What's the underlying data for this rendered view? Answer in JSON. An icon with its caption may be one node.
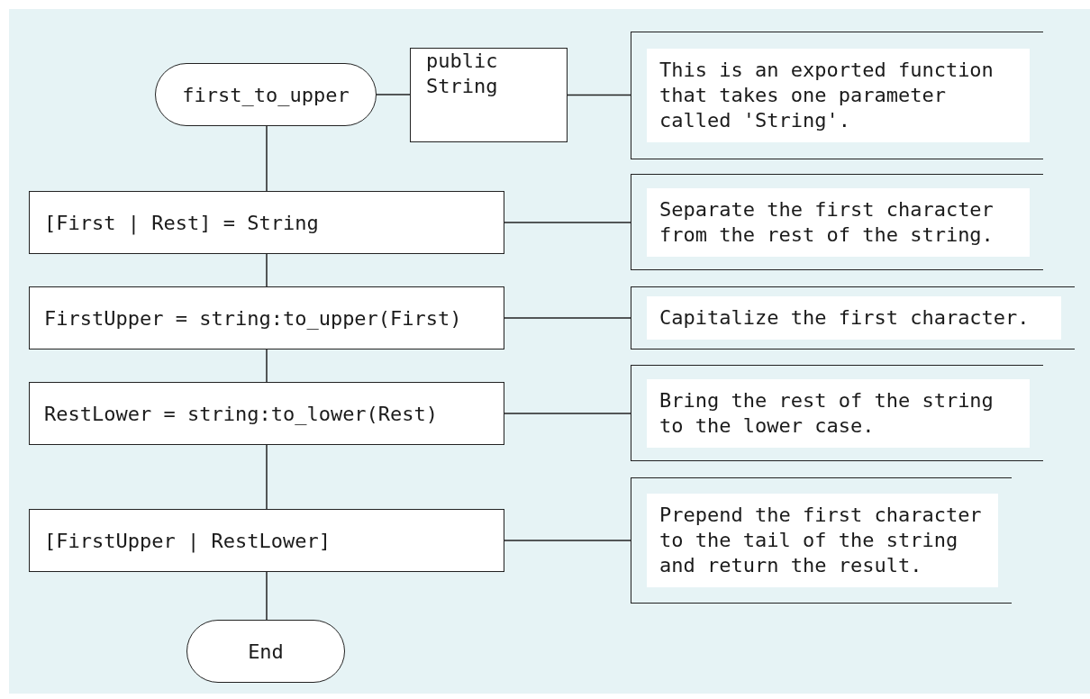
{
  "diagram": {
    "nodes": [
      {
        "text": [
          "first_to_upper"
        ]
      },
      {
        "text": [
          "public String"
        ]
      },
      {
        "text": [
          "This is an exported function that takes one parameter called 'String'."
        ]
      },
      {
        "text": [
          "[First | Rest] = String"
        ]
      },
      {
        "text": [
          "Separate the first character from the rest of the string."
        ]
      },
      {
        "text": [
          "FirstUpper = string:to_upper(First)"
        ]
      },
      {
        "text": [
          "Capitalize the first character."
        ]
      },
      {
        "text": [
          "RestLower = string:to_lower(Rest)"
        ]
      },
      {
        "text": [
          "Bring the rest of the string to the lower case."
        ]
      },
      {
        "text": [
          "[FirstUpper | RestLower]"
        ]
      },
      {
        "text": [
          "Prepend the first character to the tail of the string and return the result."
        ]
      },
      {
        "text": [
          "End"
        ]
      }
    ],
    "edges": [
      {
        "from": 0,
        "to": 1,
        "arrow": "none"
      },
      {
        "from": 1,
        "to": 2,
        "arrow": "none"
      },
      {
        "from": 0,
        "to": 3,
        "arrow": "none"
      },
      {
        "from": 3,
        "to": 4,
        "arrow": "none"
      },
      {
        "from": 3,
        "to": 5,
        "arrow": "none"
      },
      {
        "from": 5,
        "to": 6,
        "arrow": "none"
      },
      {
        "from": 5,
        "to": 7,
        "arrow": "none"
      },
      {
        "from": 7,
        "to": 8,
        "arrow": "none"
      },
      {
        "from": 7,
        "to": 9,
        "arrow": "none"
      },
      {
        "from": 9,
        "to": 10,
        "arrow": "none"
      },
      {
        "from": 9,
        "to": 11,
        "arrow": "none"
      }
    ]
  }
}
